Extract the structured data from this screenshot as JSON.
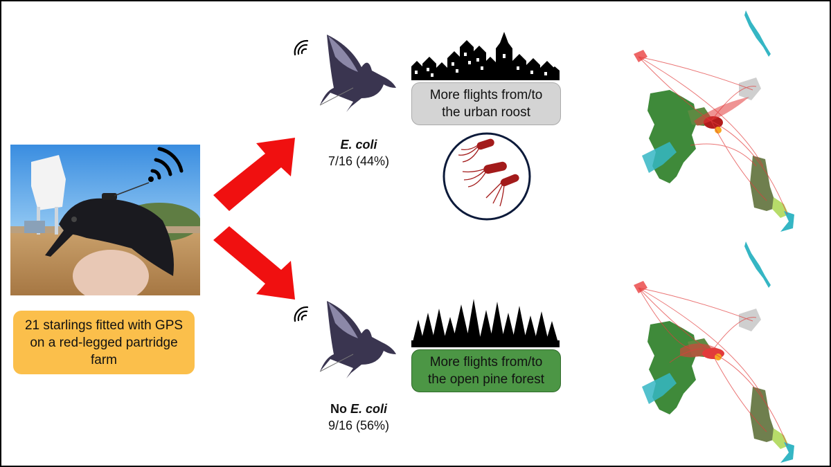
{
  "photo": {
    "caption": "21 starlings fitted with GPS on a red-legged partridge farm"
  },
  "outcomes": [
    {
      "label_prefix": "",
      "label_emph": "E. coli",
      "ratio": "7/16 (44%)",
      "box": "More flights from/to the urban roost",
      "box_color": "#d4d4d4",
      "habitat": "urban"
    },
    {
      "label_prefix": "No ",
      "label_emph": "E. coli",
      "ratio": "9/16 (56%)",
      "box": "More flights from/to the open pine forest",
      "box_color": "#4c9645",
      "habitat": "pine forest"
    }
  ],
  "colors": {
    "arrow": "#f01010",
    "bacteria": "#a31b1b",
    "bacteria_circle": "#0c1a3a",
    "forest": "#3f8a3a",
    "olive": "#6f7f4e",
    "water": "#35b6c4",
    "urban": "#cfcfcf",
    "flight_paths": "#e23b3b"
  }
}
